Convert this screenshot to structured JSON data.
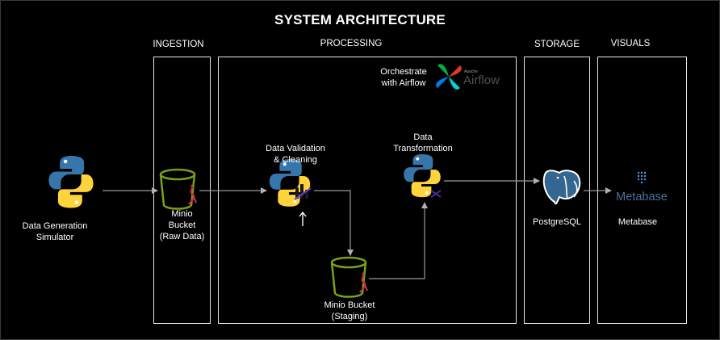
{
  "title": "SYSTEM ARCHITECTURE",
  "sections": {
    "ingestion": "INGESTION",
    "processing": "PROCESSING",
    "storage": "STORAGE",
    "visuals": "VISUALS"
  },
  "nodes": {
    "simulator": [
      "Data Generation",
      "Simulator"
    ],
    "raw_bucket": [
      "Minio",
      "Bucket",
      "(Raw Data)"
    ],
    "validation": [
      "Data Validation",
      "& Cleaning"
    ],
    "transformation": [
      "Data",
      "Transformation"
    ],
    "staging_bucket": [
      "Minio Bucket",
      "(Staging)"
    ],
    "postgres": "PostgreSQL",
    "metabase": "Metabase"
  },
  "airflow": {
    "caption": [
      "Orchestrate",
      "with Airflow"
    ],
    "logo_small": "Apache",
    "logo_text": "Airflow"
  },
  "metabase_logo_text": "Metabase",
  "colors": {
    "python_blue": "#3776ab",
    "python_yellow": "#ffd43b",
    "bucket_green": "#7aa116",
    "postgres_blue": "#336791",
    "arrow": "#9a9a9a",
    "box_border": "#e6e6e6"
  }
}
